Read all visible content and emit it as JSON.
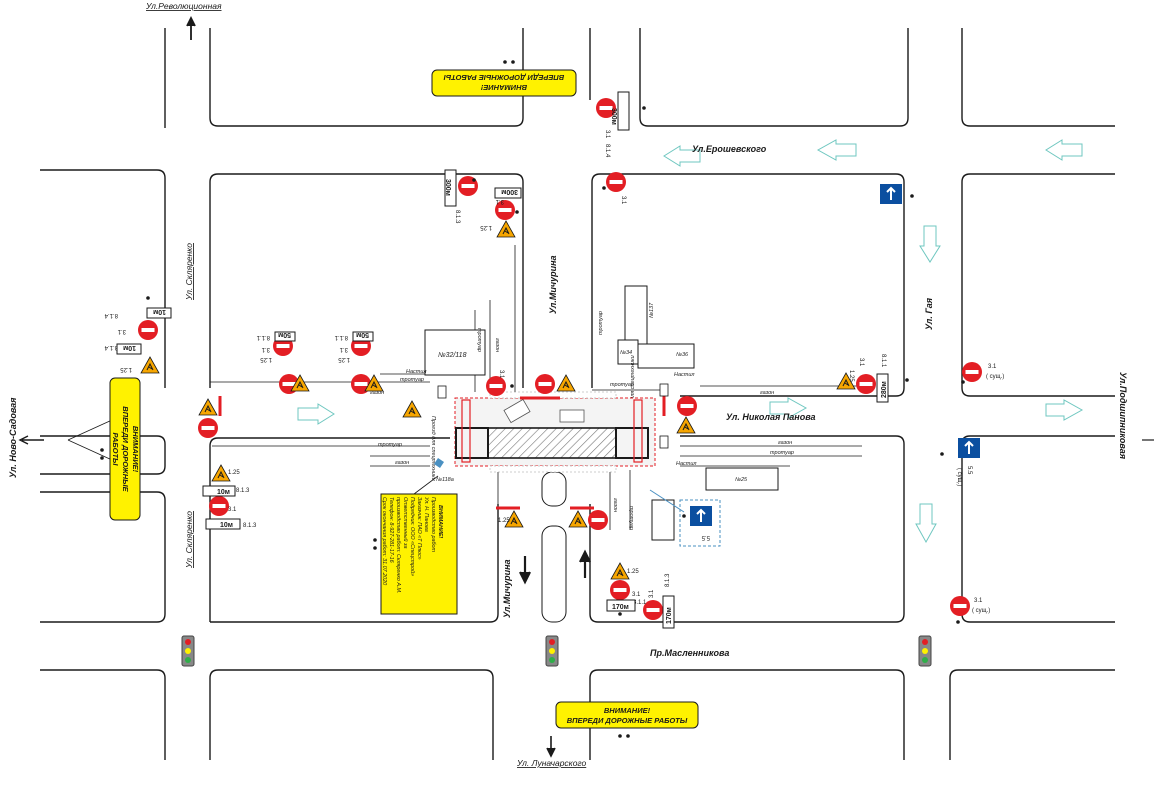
{
  "streets": {
    "revolutsionnaya": "Ул.Революционная",
    "eroshevskogo": "Ул.Ерошевского",
    "michurina_top": "Ул.Мичурина",
    "michurina_bottom": "Ул.Мичурина",
    "skliarenko_top": "Ул. Скляренко",
    "skliarenko_bottom": "Ул. Скляренко",
    "novo_sadovaya": "Ул. Ново-Садовая",
    "gaya": "Ул. Гая",
    "podshipnikovaya": "Ул.Подшипниковая",
    "nikolaya_panova": "Ул. Николая Панова",
    "maslennikova": "Пр.Масленникова",
    "lunacharskogo": "Ул. Луначарского"
  },
  "warning_plates": {
    "top": [
      "ВНИМАНИЕ!",
      "ВПЕРЕДИ ДОРОЖНЫЕ РАБОТЫ"
    ],
    "left": [
      "ВНИМАНИЕ!",
      "ВПЕРЕДИ ДОРОЖНЫЕ",
      "РАБОТЫ"
    ],
    "bottom": [
      "ВНИМАНИЕ!",
      "ВПЕРЕДИ ДОРОЖНЫЕ РАБОТЫ"
    ]
  },
  "info_board": {
    "lines": [
      "ВНИМАНИЕ!",
      "Производство работ",
      "Ул. Н. Панова",
      "Заказчик: ПАО «Т Плюс»",
      "Подрядчик: ООО «Спецстрой»",
      "Ответственный за",
      "производство работ: Скляренко А.М.",
      "Телефон: 8-927-281-17-16",
      "Срок окончания работ: 31.07.2020"
    ]
  },
  "buildings": {
    "b32_118": "№32/118",
    "b137": "№137",
    "b34": "№34",
    "b36": "№36",
    "b25": "№25",
    "b118a": "№118а"
  },
  "area_labels": {
    "trotuar": "тротуар",
    "gazon": "газон",
    "nastil": "Настил",
    "proezd": "Проезд для спецтехники"
  },
  "sign_codes": {
    "no_entry": "3.1",
    "roadwork": "1.25",
    "distance": "8.1.1",
    "distance_alt": "8.1.3",
    "distance_alt2": "8.1.4",
    "oneway": "5.5",
    "oneway_note": "( сущ.)"
  },
  "distances": {
    "d300": "300м",
    "d280": "280м",
    "d170": "170м",
    "d10": "10м",
    "d50": "50м"
  },
  "colors": {
    "no_entry": "#e31e24",
    "warning_yellow": "#fff200",
    "info_blue": "#0b4fa0",
    "fence_red": "#e31e24",
    "flow_arrow": "#6fc7c0",
    "roadwork_orange": "#f7a600"
  }
}
